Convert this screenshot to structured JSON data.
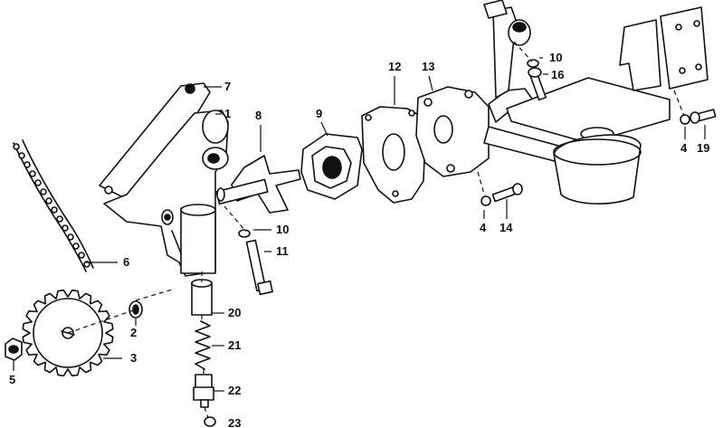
{
  "callouts": {
    "c1": "1",
    "c2": "2",
    "c3": "3",
    "c4a": "4",
    "c4b": "4",
    "c5": "5",
    "c6": "6",
    "c7": "7",
    "c8": "8",
    "c9": "9",
    "c10a": "10",
    "c10b": "10",
    "c11": "11",
    "c12": "12",
    "c13": "13",
    "c14": "14",
    "c16": "16",
    "c19": "19",
    "c20": "20",
    "c21": "21",
    "c22": "22",
    "c23": "23"
  }
}
